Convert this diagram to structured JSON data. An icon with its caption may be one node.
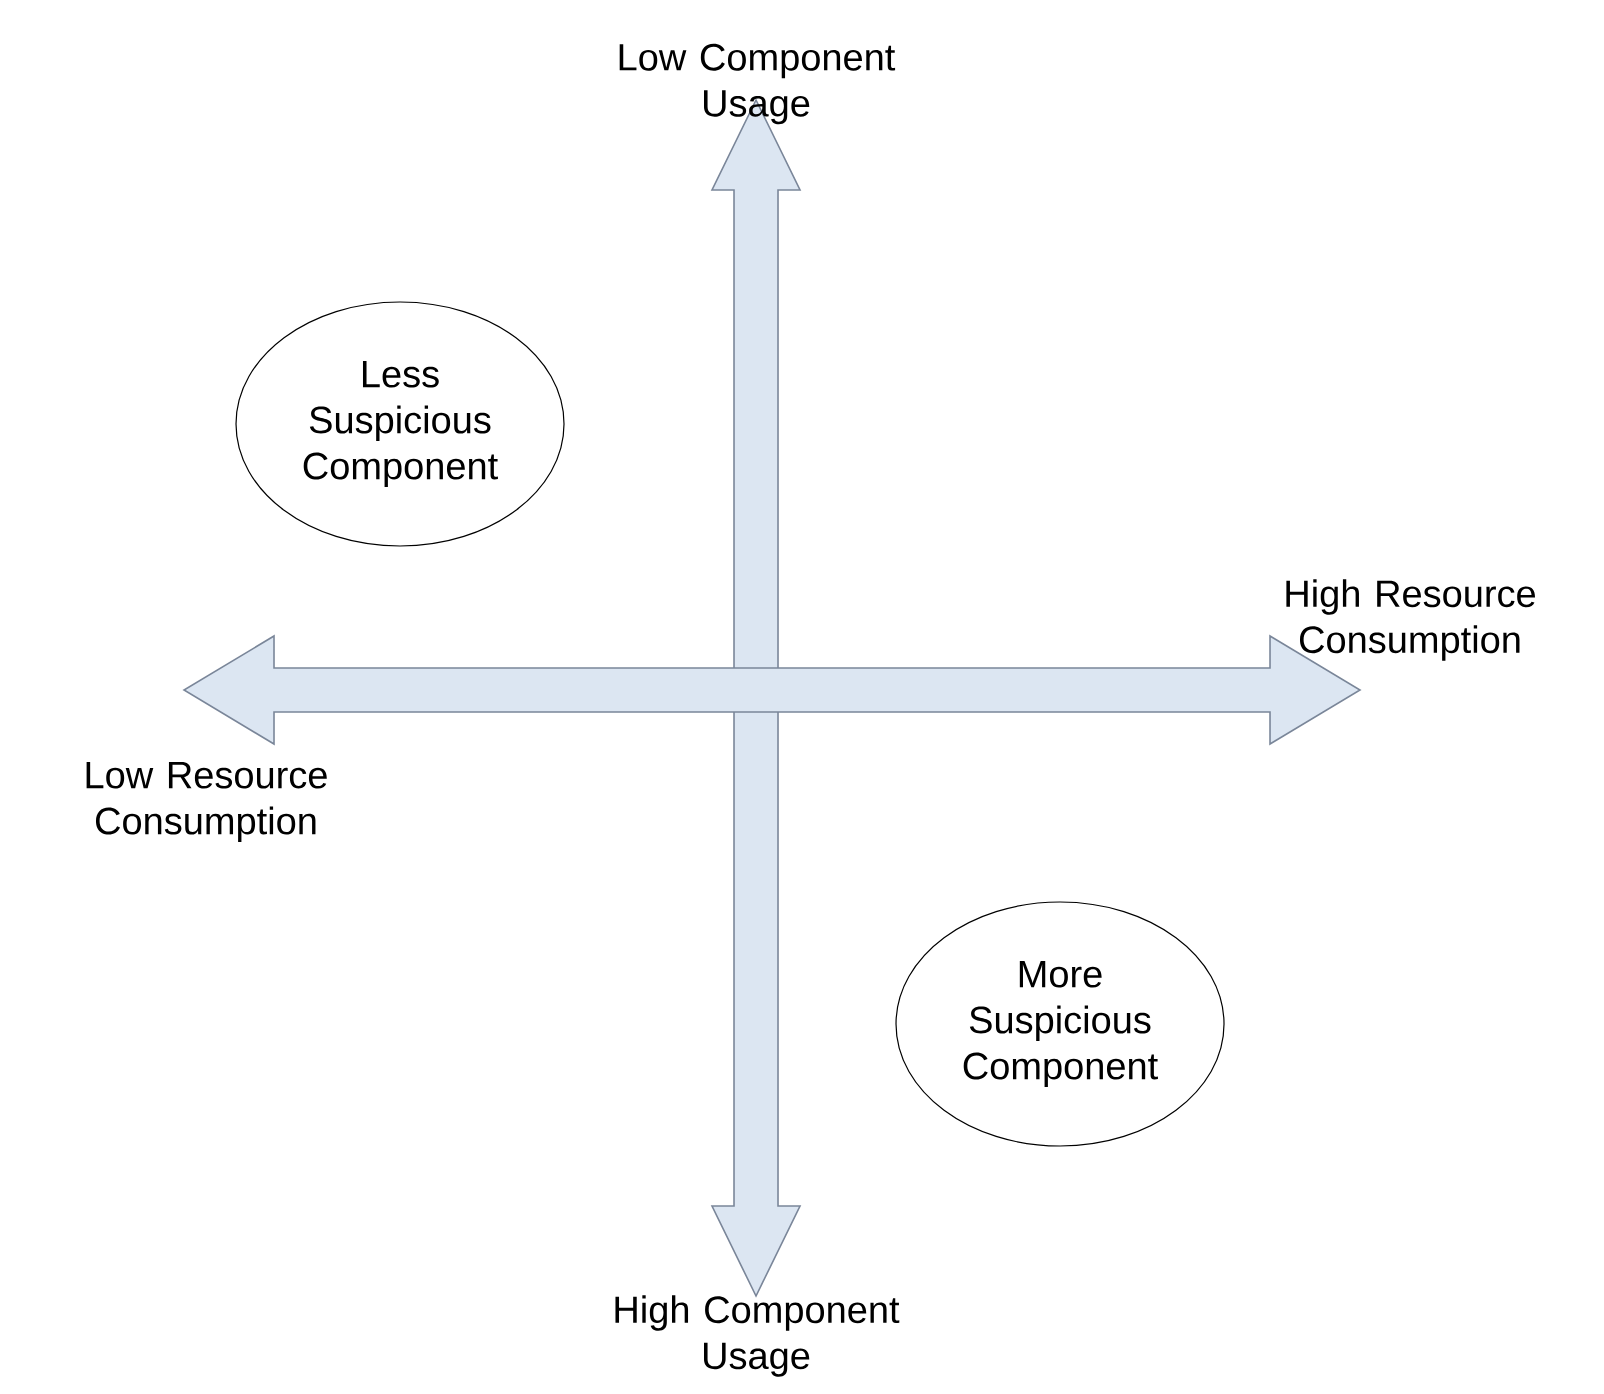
{
  "diagram": {
    "nodes": [
      {
        "text": [
          "Less Suspicious Component"
        ]
      },
      {
        "text": [
          "More Suspicious Component"
        ]
      }
    ],
    "labels": [
      "Low Component Usage",
      "High Resource Consumption",
      "Low Resource Consumption",
      "High Component Usage"
    ]
  }
}
